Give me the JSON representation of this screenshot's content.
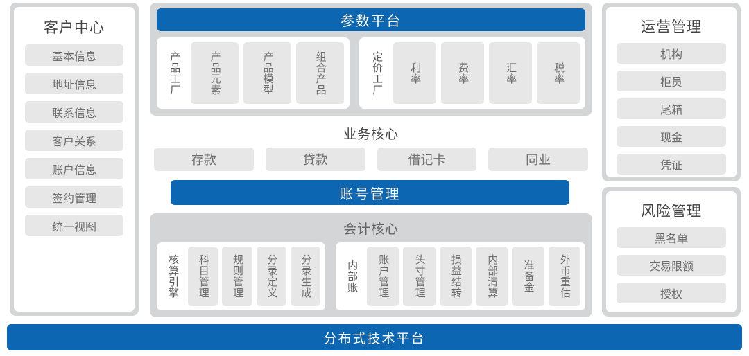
{
  "colors": {
    "brand_blue": "#0c66b2",
    "gray_container": "#d4d5d7",
    "pill_gray": "#e7e7e7",
    "title_text": "#434343",
    "pill_text": "#6d6d6d",
    "card_white": "#ffffff"
  },
  "customer_center": {
    "title": "客户中心",
    "items": [
      {
        "label": "基本信息"
      },
      {
        "label": "地址信息"
      },
      {
        "label": "联系信息"
      },
      {
        "label": "客户关系"
      },
      {
        "label": "账户信息"
      },
      {
        "label": "签约管理"
      },
      {
        "label": "统一视图"
      }
    ]
  },
  "parameter_platform": {
    "title": "参数平台",
    "groups": [
      {
        "label": "产品工厂",
        "items": [
          {
            "label": "产品元素"
          },
          {
            "label": "产品模型"
          },
          {
            "label": "组合产品"
          }
        ]
      },
      {
        "label": "定价工厂",
        "items": [
          {
            "label": "利率"
          },
          {
            "label": "费率"
          },
          {
            "label": "汇率"
          },
          {
            "label": "税率"
          }
        ]
      }
    ]
  },
  "business_core": {
    "title": "业务核心",
    "items": [
      {
        "label": "存款"
      },
      {
        "label": "贷款"
      },
      {
        "label": "借记卡"
      },
      {
        "label": "同业"
      }
    ],
    "account_management": "账号管理"
  },
  "accounting_core": {
    "title": "会计核心",
    "groups": [
      {
        "label": "核算引擎",
        "items": [
          {
            "label": "科目管理"
          },
          {
            "label": "规则管理"
          },
          {
            "label": "分录定义"
          },
          {
            "label": "分录生成"
          }
        ]
      },
      {
        "label": "内部账",
        "items": [
          {
            "label": "账户管理"
          },
          {
            "label": "头寸管理"
          },
          {
            "label": "损益结转"
          },
          {
            "label": "内部清算"
          },
          {
            "label": "准备金"
          },
          {
            "label": "外币重估"
          }
        ]
      }
    ]
  },
  "operations_management": {
    "title": "运营管理",
    "items": [
      {
        "label": "机构"
      },
      {
        "label": "柜员"
      },
      {
        "label": "尾箱"
      },
      {
        "label": "现金"
      },
      {
        "label": "凭证"
      }
    ]
  },
  "risk_management": {
    "title": "风险管理",
    "items": [
      {
        "label": "黑名单"
      },
      {
        "label": "交易限额"
      },
      {
        "label": "授权"
      }
    ]
  },
  "platform_footer": {
    "label": "分布式技术平台"
  }
}
